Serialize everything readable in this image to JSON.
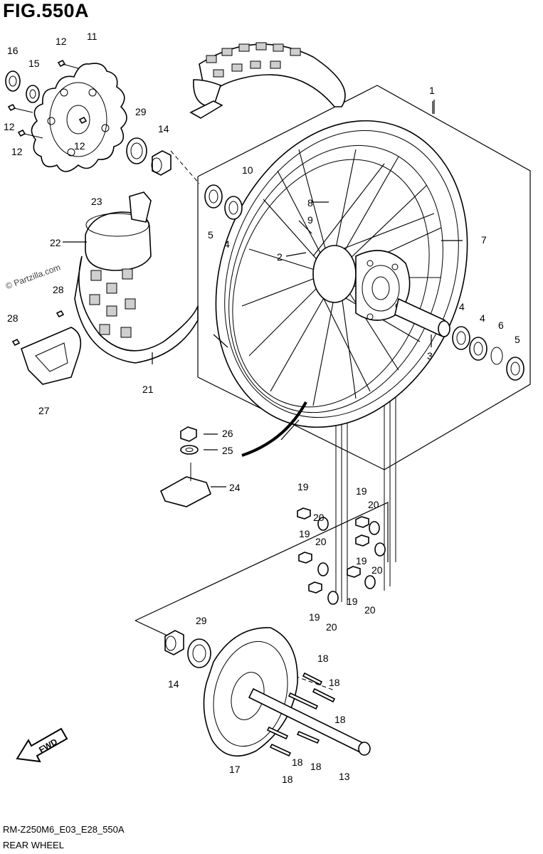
{
  "figure": {
    "title": "FIG.550A",
    "code": "RM-Z250M6_E03_E28_550A",
    "name": "REAR WHEEL",
    "watermark": "© Partzilla.com"
  },
  "icons": {
    "fwd": "fwd-arrow-icon"
  },
  "fwd_label": "FWD",
  "callouts": [
    {
      "id": "c1",
      "label": "1"
    },
    {
      "id": "c2",
      "label": "2"
    },
    {
      "id": "c3",
      "label": "3"
    },
    {
      "id": "c4a",
      "label": "4"
    },
    {
      "id": "c4b",
      "label": "4"
    },
    {
      "id": "c4c",
      "label": "4"
    },
    {
      "id": "c5a",
      "label": "5"
    },
    {
      "id": "c5b",
      "label": "5"
    },
    {
      "id": "c6",
      "label": "6"
    },
    {
      "id": "c7",
      "label": "7"
    },
    {
      "id": "c8",
      "label": "8"
    },
    {
      "id": "c9",
      "label": "9"
    },
    {
      "id": "c10",
      "label": "10"
    },
    {
      "id": "c11",
      "label": "11"
    },
    {
      "id": "c12a",
      "label": "12"
    },
    {
      "id": "c12b",
      "label": "12"
    },
    {
      "id": "c12c",
      "label": "12"
    },
    {
      "id": "c12d",
      "label": "12"
    },
    {
      "id": "c13",
      "label": "13"
    },
    {
      "id": "c14a",
      "label": "14"
    },
    {
      "id": "c14b",
      "label": "14"
    },
    {
      "id": "c15",
      "label": "15"
    },
    {
      "id": "c16",
      "label": "16"
    },
    {
      "id": "c17",
      "label": "17"
    },
    {
      "id": "c18a",
      "label": "18"
    },
    {
      "id": "c18b",
      "label": "18"
    },
    {
      "id": "c18c",
      "label": "18"
    },
    {
      "id": "c18d",
      "label": "18"
    },
    {
      "id": "c18e",
      "label": "18"
    },
    {
      "id": "c18f",
      "label": "18"
    },
    {
      "id": "c19a",
      "label": "19"
    },
    {
      "id": "c19b",
      "label": "19"
    },
    {
      "id": "c19c",
      "label": "19"
    },
    {
      "id": "c19d",
      "label": "19"
    },
    {
      "id": "c19e",
      "label": "19"
    },
    {
      "id": "c19f",
      "label": "19"
    },
    {
      "id": "c20a",
      "label": "20"
    },
    {
      "id": "c20b",
      "label": "20"
    },
    {
      "id": "c20c",
      "label": "20"
    },
    {
      "id": "c20d",
      "label": "20"
    },
    {
      "id": "c20e",
      "label": "20"
    },
    {
      "id": "c20f",
      "label": "20"
    },
    {
      "id": "c21",
      "label": "21"
    },
    {
      "id": "c22",
      "label": "22"
    },
    {
      "id": "c23",
      "label": "23"
    },
    {
      "id": "c24",
      "label": "24"
    },
    {
      "id": "c25",
      "label": "25"
    },
    {
      "id": "c26",
      "label": "26"
    },
    {
      "id": "c27",
      "label": "27"
    },
    {
      "id": "c28a",
      "label": "28"
    },
    {
      "id": "c28b",
      "label": "28"
    },
    {
      "id": "c29a",
      "label": "29"
    },
    {
      "id": "c29b",
      "label": "29"
    }
  ]
}
